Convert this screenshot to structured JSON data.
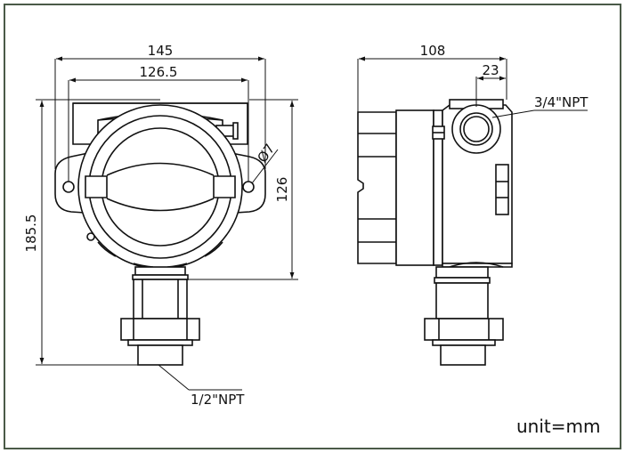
{
  "dimensions": {
    "front_total_width": "145",
    "front_mount_hole_spacing": "126.5",
    "front_total_height": "185.5",
    "front_body_height": "126",
    "mount_hole_diameter": "Ø7",
    "side_depth": "108",
    "side_port_offset": "23"
  },
  "callouts": {
    "conduit_thread": "3/4\"NPT",
    "sensor_thread": "1/2\"NPT"
  },
  "unit_label": "unit=mm",
  "colors": {
    "frame": "#4a5a48",
    "line": "#111111"
  }
}
